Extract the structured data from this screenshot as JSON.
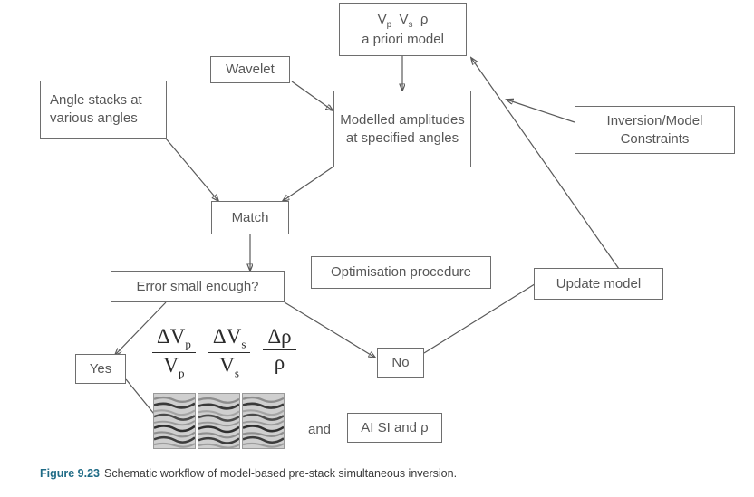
{
  "figure": {
    "caption_number": "Figure 9.23",
    "caption_text": "Schematic workflow of model-based pre-stack simultaneous inversion."
  },
  "nodes": {
    "apriori_line1_vp": "V",
    "apriori_line1_vp_sub": "p",
    "apriori_line1_vs": "V",
    "apriori_line1_vs_sub": "s",
    "apriori_line1_rho": "ρ",
    "apriori_line2": "a priori model",
    "wavelet": "Wavelet",
    "angle_stacks": "Angle stacks at various angles",
    "modelled_amplitudes": "Modelled amplitudes at specified angles",
    "inversion_constraints": "Inversion/Model Constraints",
    "match": "Match",
    "error_small": "Error small enough?",
    "optimisation": "Optimisation procedure",
    "update_model": "Update model",
    "yes": "Yes",
    "no": "No",
    "ai_si_rho": "AI SI and ρ"
  },
  "formula": {
    "f1_num": "ΔV",
    "f1_num_sub": "p",
    "f1_den": "V",
    "f1_den_sub": "p",
    "f2_num": "ΔV",
    "f2_num_sub": "s",
    "f2_den": "V",
    "f2_den_sub": "s",
    "f3_num": "Δρ",
    "f3_den": "ρ"
  },
  "labels": {
    "and": "and"
  },
  "colors": {
    "box_border": "#6e6e6e",
    "box_text": "#575757",
    "arrow": "#595959",
    "caption_accent": "#1f6b86",
    "background": "#ffffff"
  }
}
